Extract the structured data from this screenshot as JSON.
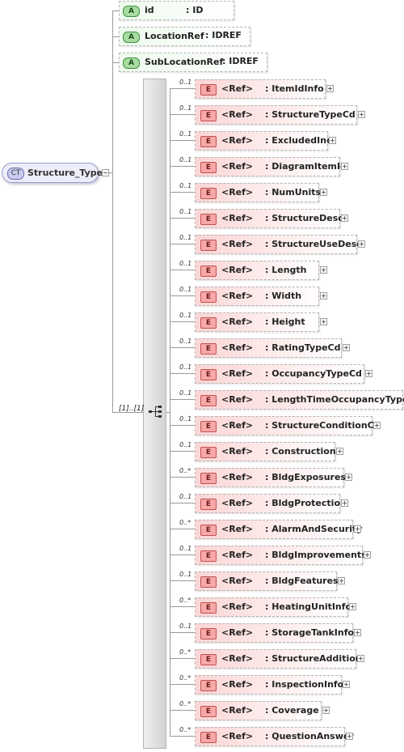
{
  "complex_type": {
    "badge": "CT",
    "name": "Structure_Type"
  },
  "attributes": [
    {
      "badge": "A",
      "name": "id",
      "type": ": ID"
    },
    {
      "badge": "A",
      "name": "LocationRef",
      "type": ": IDREF"
    },
    {
      "badge": "A",
      "name": "SubLocationRef",
      "type": ": IDREF"
    }
  ],
  "sequence": {
    "multiplicity": "[1]..[1]",
    "icon": "sequence-icon"
  },
  "elements": [
    {
      "mult": "0..1",
      "badge": "E",
      "ref": "<Ref>",
      "name": ": ItemIdInfo"
    },
    {
      "mult": "0..1",
      "badge": "E",
      "ref": "<Ref>",
      "name": ": StructureTypeCd"
    },
    {
      "mult": "0..1",
      "badge": "E",
      "ref": "<Ref>",
      "name": ": ExcludedInd"
    },
    {
      "mult": "0..1",
      "badge": "E",
      "ref": "<Ref>",
      "name": ": DiagramItemId"
    },
    {
      "mult": "0..1",
      "badge": "E",
      "ref": "<Ref>",
      "name": ": NumUnits"
    },
    {
      "mult": "0..1",
      "badge": "E",
      "ref": "<Ref>",
      "name": ": StructureDesc"
    },
    {
      "mult": "0..1",
      "badge": "E",
      "ref": "<Ref>",
      "name": ": StructureUseDesc"
    },
    {
      "mult": "0..1",
      "badge": "E",
      "ref": "<Ref>",
      "name": ": Length"
    },
    {
      "mult": "0..1",
      "badge": "E",
      "ref": "<Ref>",
      "name": ": Width"
    },
    {
      "mult": "0..1",
      "badge": "E",
      "ref": "<Ref>",
      "name": ": Height"
    },
    {
      "mult": "0..1",
      "badge": "E",
      "ref": "<Ref>",
      "name": ": RatingTypeCd"
    },
    {
      "mult": "0..1",
      "badge": "E",
      "ref": "<Ref>",
      "name": ": OccupancyTypeCd"
    },
    {
      "mult": "0..1",
      "badge": "E",
      "ref": "<Ref>",
      "name": ": LengthTimeOccupancyType"
    },
    {
      "mult": "0..1",
      "badge": "E",
      "ref": "<Ref>",
      "name": ": StructureConditionCd"
    },
    {
      "mult": "0..1",
      "badge": "E",
      "ref": "<Ref>",
      "name": ": Construction"
    },
    {
      "mult": "0..*",
      "badge": "E",
      "ref": "<Ref>",
      "name": ": BldgExposures"
    },
    {
      "mult": "0..1",
      "badge": "E",
      "ref": "<Ref>",
      "name": ": BldgProtection"
    },
    {
      "mult": "0..*",
      "badge": "E",
      "ref": "<Ref>",
      "name": ": AlarmAndSecurity"
    },
    {
      "mult": "0..1",
      "badge": "E",
      "ref": "<Ref>",
      "name": ": BldgImprovements"
    },
    {
      "mult": "0..1",
      "badge": "E",
      "ref": "<Ref>",
      "name": ": BldgFeatures"
    },
    {
      "mult": "0..*",
      "badge": "E",
      "ref": "<Ref>",
      "name": ": HeatingUnitInfo"
    },
    {
      "mult": "0..1",
      "badge": "E",
      "ref": "<Ref>",
      "name": ": StorageTankInfo"
    },
    {
      "mult": "0..*",
      "badge": "E",
      "ref": "<Ref>",
      "name": ": StructureAddition"
    },
    {
      "mult": "0..*",
      "badge": "E",
      "ref": "<Ref>",
      "name": ": InspectionInfo"
    },
    {
      "mult": "0..*",
      "badge": "E",
      "ref": "<Ref>",
      "name": ": Coverage"
    },
    {
      "mult": "0..*",
      "badge": "E",
      "ref": "<Ref>",
      "name": ": QuestionAnswer"
    }
  ]
}
